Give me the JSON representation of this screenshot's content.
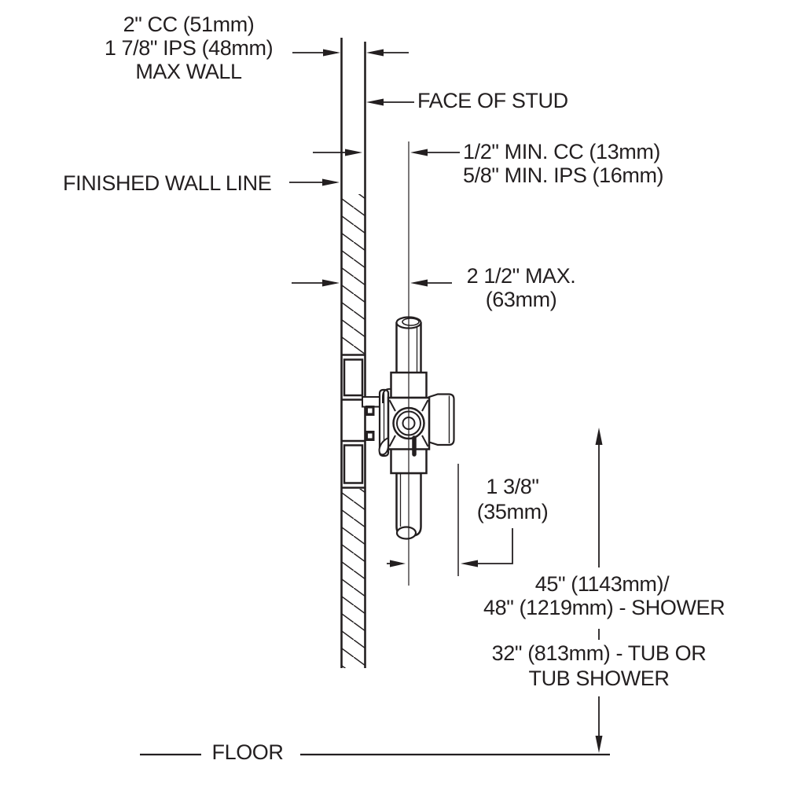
{
  "diagram": {
    "title": "valve rough-in installation diagram",
    "labels": {
      "wall_thickness_1": "2\" CC (51mm)",
      "wall_thickness_2": "1 7/8\" IPS (48mm)",
      "wall_thickness_3": "MAX WALL",
      "face_of_stud": "FACE OF STUD",
      "min_depth_1": "1/2\" MIN. CC (13mm)",
      "min_depth_2": "5/8\" MIN. IPS (16mm)",
      "finished_wall": "FINISHED WALL LINE",
      "max_depth_1": "2 1/2\" MAX.",
      "max_depth_2": "(63mm)",
      "valve_offset_1": "1 3/8\"",
      "valve_offset_2": "(35mm)",
      "shower_height_1": "45\" (1143mm)/",
      "shower_height_2": "48\" (1219mm) - SHOWER",
      "tub_height_1": "32\" (813mm) - TUB OR",
      "tub_height_2": "TUB SHOWER",
      "floor": "FLOOR"
    },
    "colors": {
      "line": "#231f20",
      "background": "#ffffff"
    }
  }
}
